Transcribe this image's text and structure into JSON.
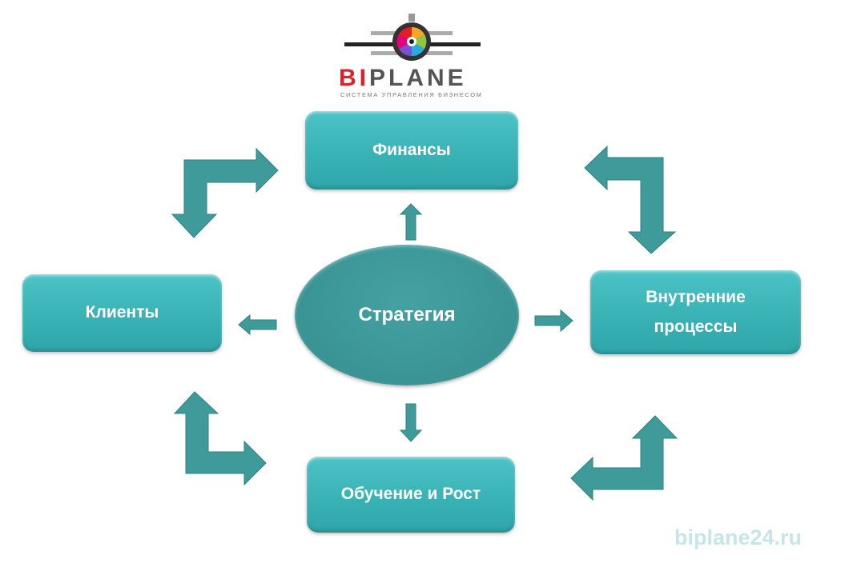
{
  "logo": {
    "name_red": "BI",
    "name_dark": "PLANE",
    "tagline": "СИСТЕМА УПРАВЛЕНИЯ БИЗНЕСОМ"
  },
  "center": {
    "label": "Стратегия"
  },
  "boxes": {
    "finance": "Финансы",
    "clients": "Клиенты",
    "internal": "Внутренние процессы",
    "learning": "Обучение и Рост"
  },
  "watermark": "biplane24.ru",
  "colors": {
    "box": "#3bb5b8",
    "center": "#3a9595",
    "arrow": "#3f9a9a",
    "logo_red": "#e31e24"
  }
}
